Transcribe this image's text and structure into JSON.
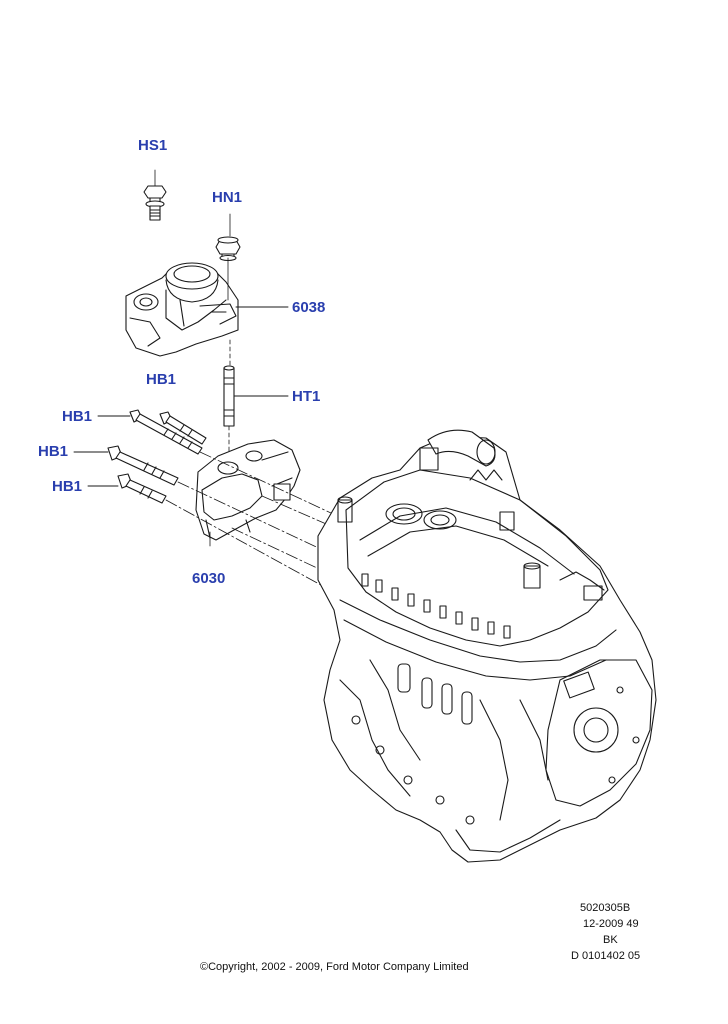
{
  "callouts": {
    "hs1": "HS1",
    "hn1": "HN1",
    "mount": "6038",
    "hb1_a": "HB1",
    "ht1": "HT1",
    "hb1_b": "HB1",
    "hb1_c": "HB1",
    "hb1_d": "HB1",
    "bracket": "6030"
  },
  "footer": {
    "ref_code": "5020305B",
    "date_code": "12-2009 49",
    "variant": "BK",
    "doc_number": "D 0101402 05",
    "copyright": "©Copyright, 2002 - 2009, Ford Motor Company Limited"
  },
  "colors": {
    "callout_text": "#2a3fae",
    "line_art": "#1a1a1a",
    "background": "#ffffff"
  }
}
